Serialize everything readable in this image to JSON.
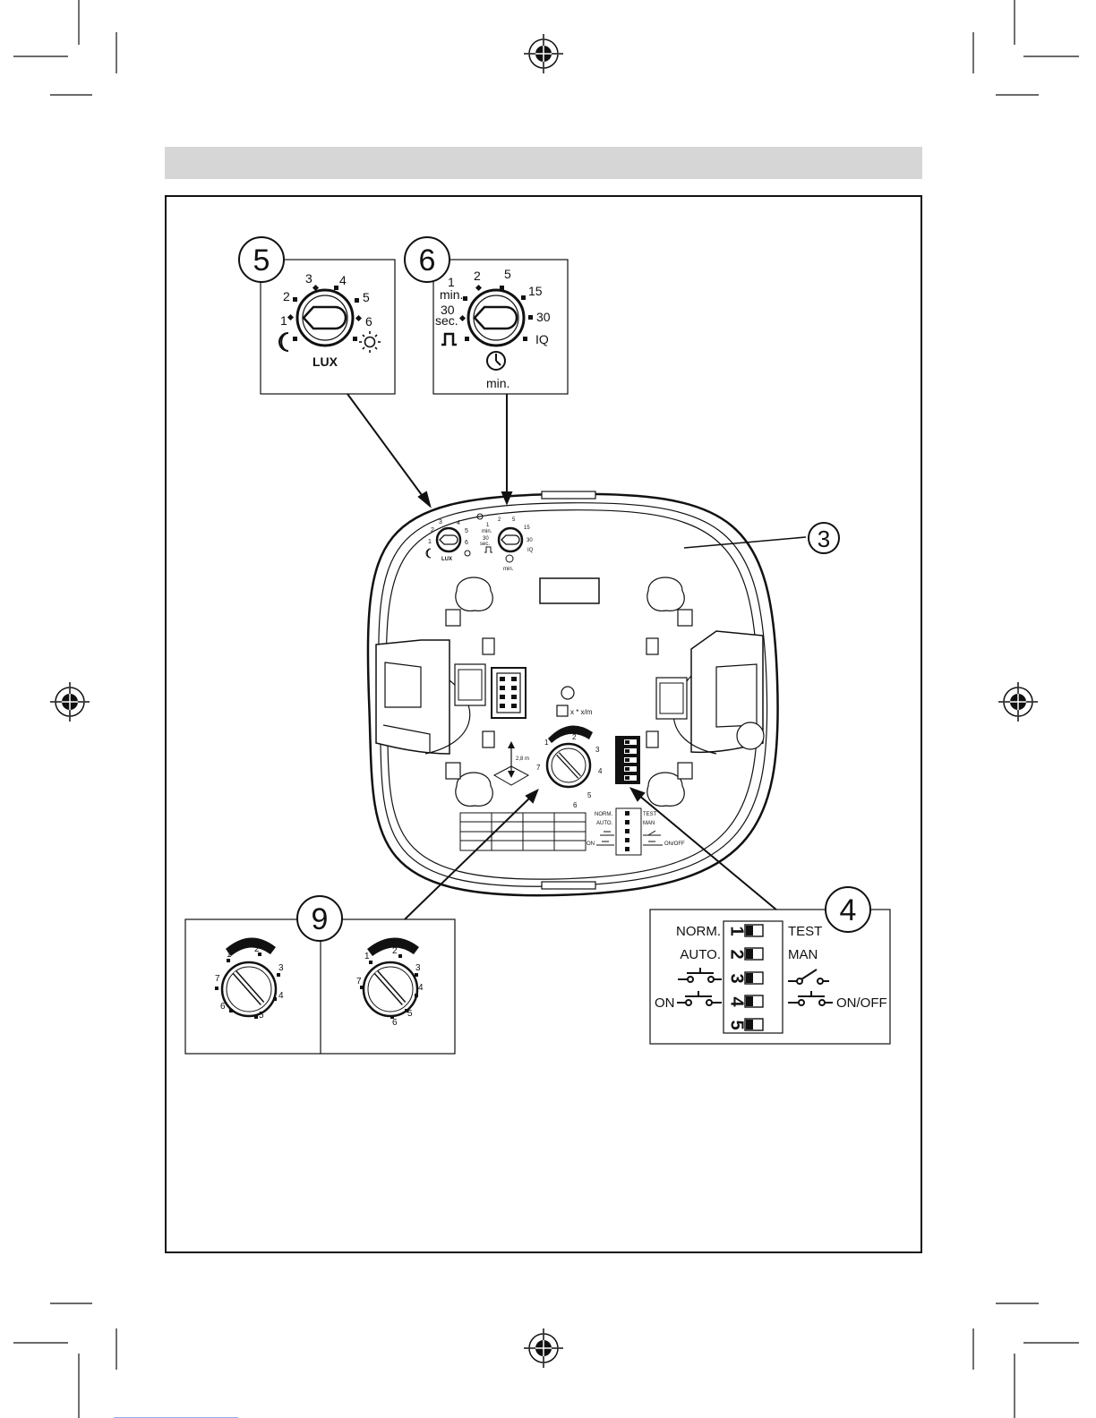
{
  "callouts": {
    "lux": "5",
    "time": "6",
    "housing": "3",
    "dip": "4",
    "range": "9"
  },
  "lux_dial": {
    "ticks": [
      "1",
      "2",
      "3",
      "4",
      "5",
      "6"
    ],
    "label": "LUX",
    "moon_icon": "moon-icon",
    "sun_icon": "sun-icon"
  },
  "time_dial": {
    "label_1": "1",
    "label_min1": "min.",
    "label_2": "2",
    "label_5": "5",
    "label_15": "15",
    "label_30_right": "30",
    "label_30_left": "30",
    "label_sec": "sec.",
    "label_iq": "IQ",
    "unit": "min.",
    "pulse_icon": "pulse-icon",
    "clock_icon": "clock-icon"
  },
  "range_dial": {
    "ticks": [
      "1",
      "2",
      "3",
      "4",
      "5",
      "6",
      "7"
    ]
  },
  "housing_small": {
    "lux_label": "LUX",
    "time_unit": "min.",
    "height": "2,8 m",
    "test_note": "x * x/m"
  },
  "dip_switch": {
    "rows": [
      {
        "num": "1",
        "left": "NORM.",
        "right": "TEST"
      },
      {
        "num": "2",
        "left": "AUTO.",
        "right": "MAN"
      },
      {
        "num": "3",
        "left": "",
        "right": ""
      },
      {
        "num": "4",
        "left": "ON",
        "right": "ON/OFF"
      },
      {
        "num": "5",
        "left": "",
        "right": ""
      }
    ]
  },
  "colors": {
    "header_bar": "#d6d6d6",
    "line": "#111111",
    "arc": "#111111"
  }
}
